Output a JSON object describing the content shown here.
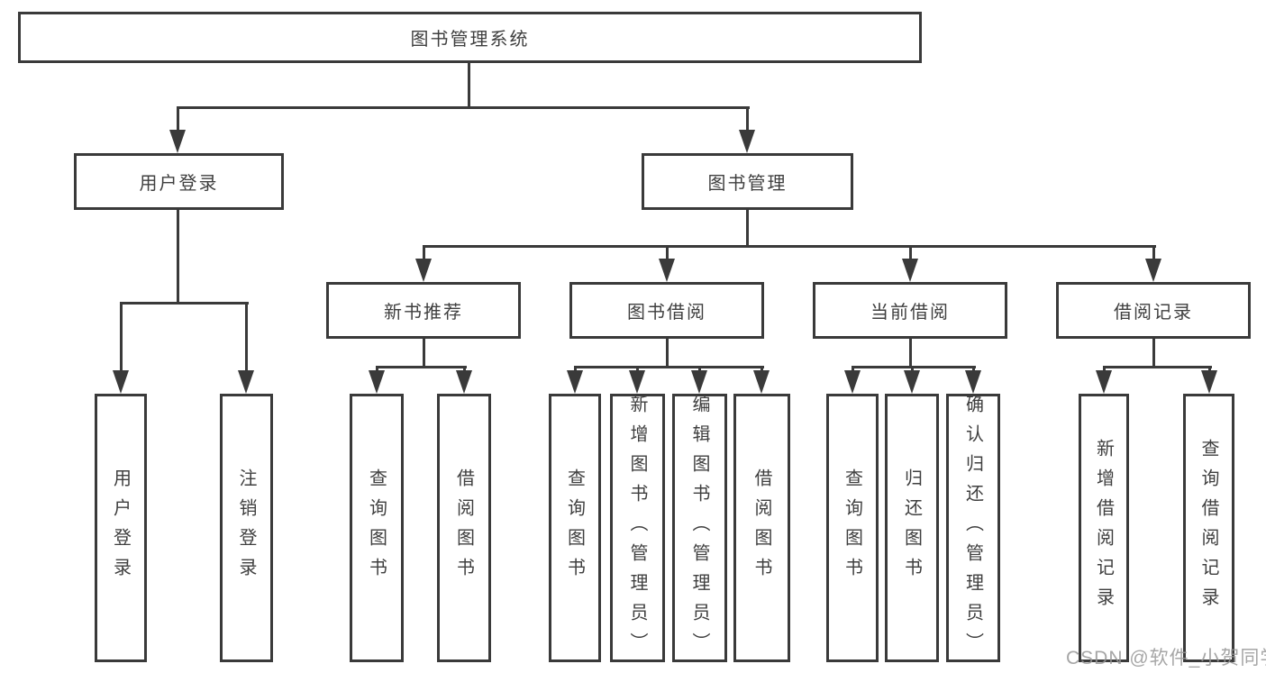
{
  "tree": {
    "root": "图书管理系统",
    "branches": [
      {
        "label": "用户登录",
        "children": [
          {
            "label": "用户登录"
          },
          {
            "label": "注销登录"
          }
        ]
      },
      {
        "label": "图书管理",
        "children": [
          {
            "label": "新书推荐",
            "children": [
              {
                "label": "查询图书"
              },
              {
                "label": "借阅图书"
              }
            ]
          },
          {
            "label": "图书借阅",
            "children": [
              {
                "label": "查询图书"
              },
              {
                "label": "新增图书（管理员）"
              },
              {
                "label": "编辑图书（管理员）"
              },
              {
                "label": "借阅图书"
              }
            ]
          },
          {
            "label": "当前借阅",
            "children": [
              {
                "label": "查询图书"
              },
              {
                "label": "归还图书"
              },
              {
                "label": "确认归还（管理员）"
              }
            ]
          },
          {
            "label": "借阅记录",
            "children": [
              {
                "label": "新增借阅记录"
              },
              {
                "label": "查询借阅记录"
              }
            ]
          }
        ]
      }
    ]
  },
  "watermark": {
    "text": "CSDN @软件_小贺同学"
  },
  "colors": {
    "line": "#3a3a3a",
    "text": "#3f3f3f",
    "background": "#ffffff",
    "watermark": "#969696"
  }
}
